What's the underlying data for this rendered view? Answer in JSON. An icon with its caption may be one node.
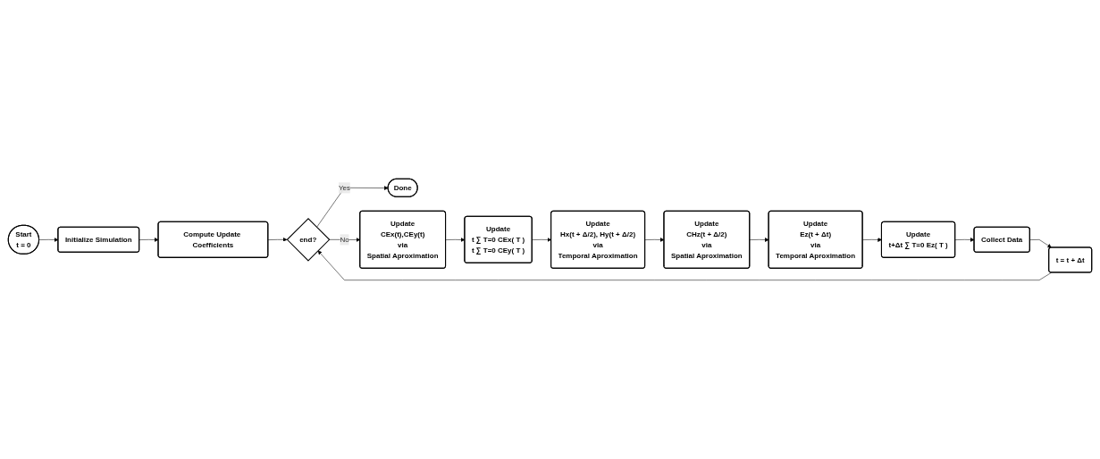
{
  "diagram": {
    "nodes": [
      {
        "text": [
          "Start",
          "t = 0"
        ]
      },
      {
        "text": [
          "Initialize Simulation"
        ]
      },
      {
        "text": [
          "Compute Update Coefficients"
        ]
      },
      {
        "text": [
          "end?"
        ]
      },
      {
        "text": [
          "Done"
        ]
      },
      {
        "text": [
          "Update",
          "CEx(t),CEy(t)",
          "via",
          "Spatial Aproximation"
        ]
      },
      {
        "text": [
          "Update",
          "t ∑ T=0 CEx( T )",
          "t ∑ T=0 CEy( T )"
        ]
      },
      {
        "text": [
          "Update",
          "Hx(t + Δ/2), Hy(t + Δ/2)",
          "via",
          "Temporal Aproximation"
        ]
      },
      {
        "text": [
          "Update",
          "CHz(t + Δ/2)",
          "via",
          "Spatial Aproximation"
        ]
      },
      {
        "text": [
          "Update",
          "Ez(t + Δt)",
          "via",
          "Temporal Aproximation"
        ]
      },
      {
        "text": [
          "Update",
          "t+Δt ∑ T=0 Ez( T )"
        ]
      },
      {
        "text": [
          "Collect Data"
        ]
      },
      {
        "text": [
          "t = t + Δt"
        ]
      }
    ],
    "edges": [
      {
        "from": 0,
        "to": 1,
        "arrow": "to"
      },
      {
        "from": 1,
        "to": 2,
        "arrow": "to"
      },
      {
        "from": 2,
        "to": 3,
        "arrow": "to"
      },
      {
        "from": 3,
        "to": 4,
        "arrow": "to",
        "label": "Yes"
      },
      {
        "from": 3,
        "to": 5,
        "arrow": "to",
        "label": "No"
      },
      {
        "from": 5,
        "to": 6,
        "arrow": "to"
      },
      {
        "from": 6,
        "to": 7,
        "arrow": "to"
      },
      {
        "from": 7,
        "to": 8,
        "arrow": "to"
      },
      {
        "from": 8,
        "to": 9,
        "arrow": "to"
      },
      {
        "from": 9,
        "to": 10,
        "arrow": "to"
      },
      {
        "from": 10,
        "to": 11,
        "arrow": "to"
      },
      {
        "from": 11,
        "to": 12,
        "arrow": "to"
      },
      {
        "from": 12,
        "to": 3,
        "arrow": "to"
      }
    ]
  }
}
